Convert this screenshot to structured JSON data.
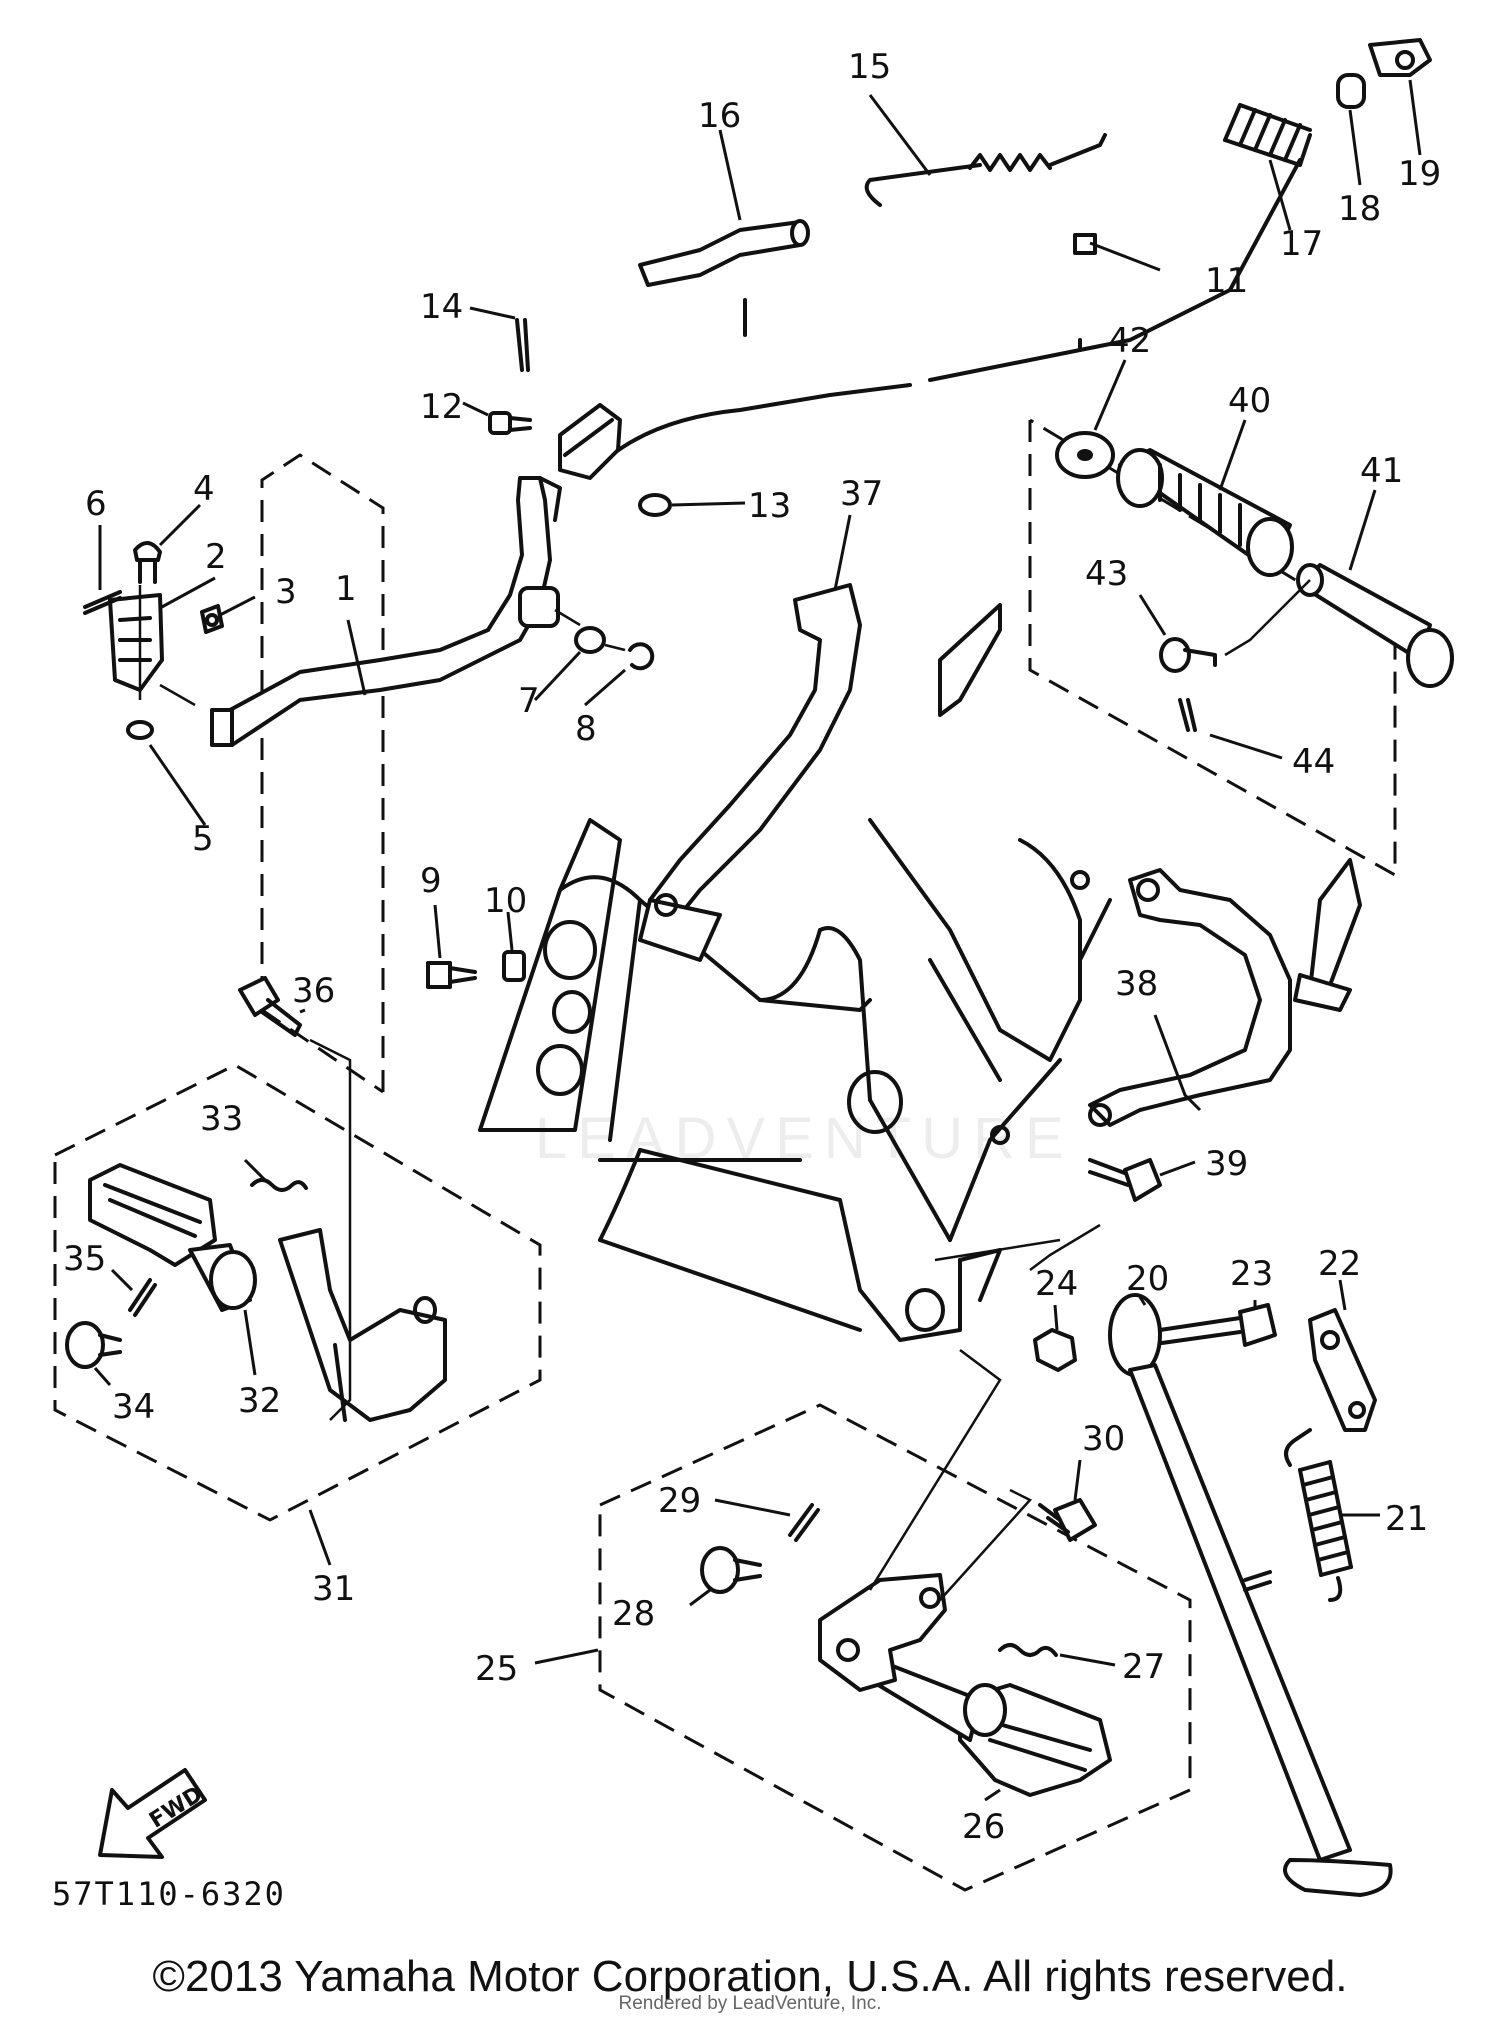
{
  "diagram": {
    "drawing_number": "57T110-6320",
    "copyright": "©2013 Yamaha Motor Corporation, U.S.A. All rights reserved.",
    "rendered_by": "Rendered by LeadVenture, Inc.",
    "watermark": "LEADVENTURE",
    "fwd_arrow_label": "FWD",
    "part_numbers": [
      "1",
      "2",
      "3",
      "4",
      "5",
      "6",
      "7",
      "8",
      "9",
      "10",
      "11",
      "12",
      "13",
      "14",
      "15",
      "16",
      "17",
      "18",
      "19",
      "20",
      "21",
      "22",
      "23",
      "24",
      "25",
      "26",
      "27",
      "28",
      "29",
      "30",
      "31",
      "32",
      "33",
      "34",
      "35",
      "36",
      "37",
      "38",
      "39",
      "40",
      "41",
      "42",
      "43",
      "44"
    ]
  }
}
